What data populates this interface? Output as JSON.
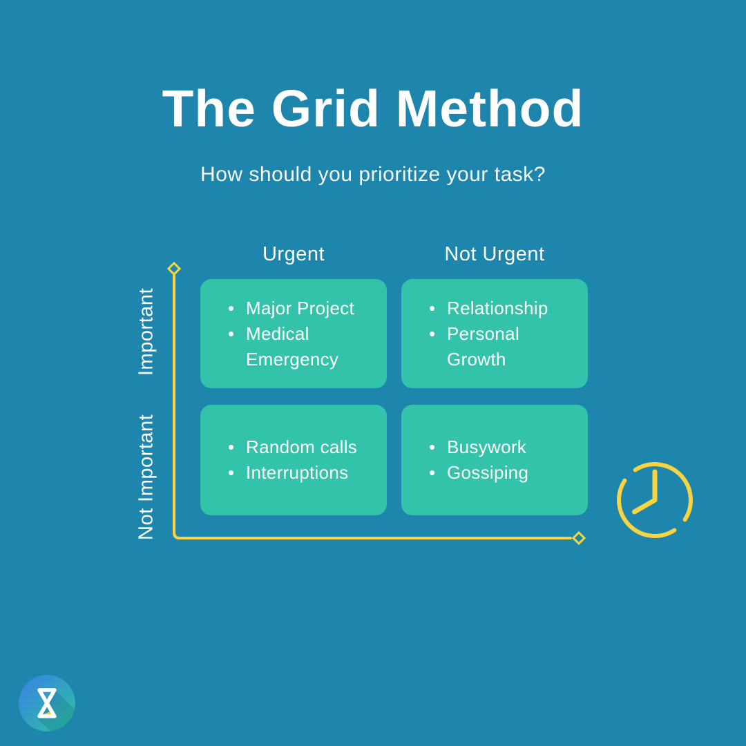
{
  "colors": {
    "background": "#1E86AC",
    "card": "#33C3AB",
    "accent": "#F7D440",
    "text": "#FFFFFF",
    "logo-blue": "#3B7FE6",
    "logo-green": "#2AC59E",
    "logo-sand": "#F5C63E"
  },
  "header": {
    "title": "The Grid Method",
    "subtitle": "How should you prioritize your task?"
  },
  "matrix": {
    "column_headers": [
      "Urgent",
      "Not Urgent"
    ],
    "row_headers": [
      "Important",
      "Not Important"
    ],
    "quadrants": [
      {
        "column": "Urgent",
        "row": "Important",
        "items": [
          "Major Project",
          "Medical Emergency"
        ]
      },
      {
        "column": "Not Urgent",
        "row": "Important",
        "items": [
          "Relationship",
          "Personal Growth"
        ]
      },
      {
        "column": "Urgent",
        "row": "Not Important",
        "items": [
          "Random calls",
          "Interruptions"
        ]
      },
      {
        "column": "Not Urgent",
        "row": "Not Important",
        "items": [
          "Busywork",
          "Gossiping"
        ]
      }
    ]
  },
  "icons": {
    "clock": "clock-icon",
    "logo": "hourglass-logo"
  }
}
